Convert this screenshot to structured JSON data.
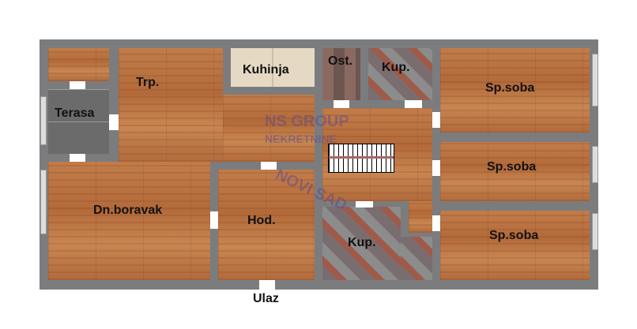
{
  "rooms": {
    "terasa": "Terasa",
    "trp": "Trp.",
    "kuhinja": "Kuhinja",
    "ost": "Ost.",
    "kup_top": "Kup.",
    "sp_soba_1": "Sp.soba",
    "sp_soba_2": "Sp.soba",
    "sp_soba_3": "Sp.soba",
    "dn_boravak": "Dn.boravak",
    "hod": "Hod.",
    "kup_bottom": "Kup."
  },
  "entrance_label": "Ulaz",
  "watermark": {
    "line1": "NS GROUP",
    "line2": "NEKRETNINE",
    "line3": "NOVI SAD"
  }
}
